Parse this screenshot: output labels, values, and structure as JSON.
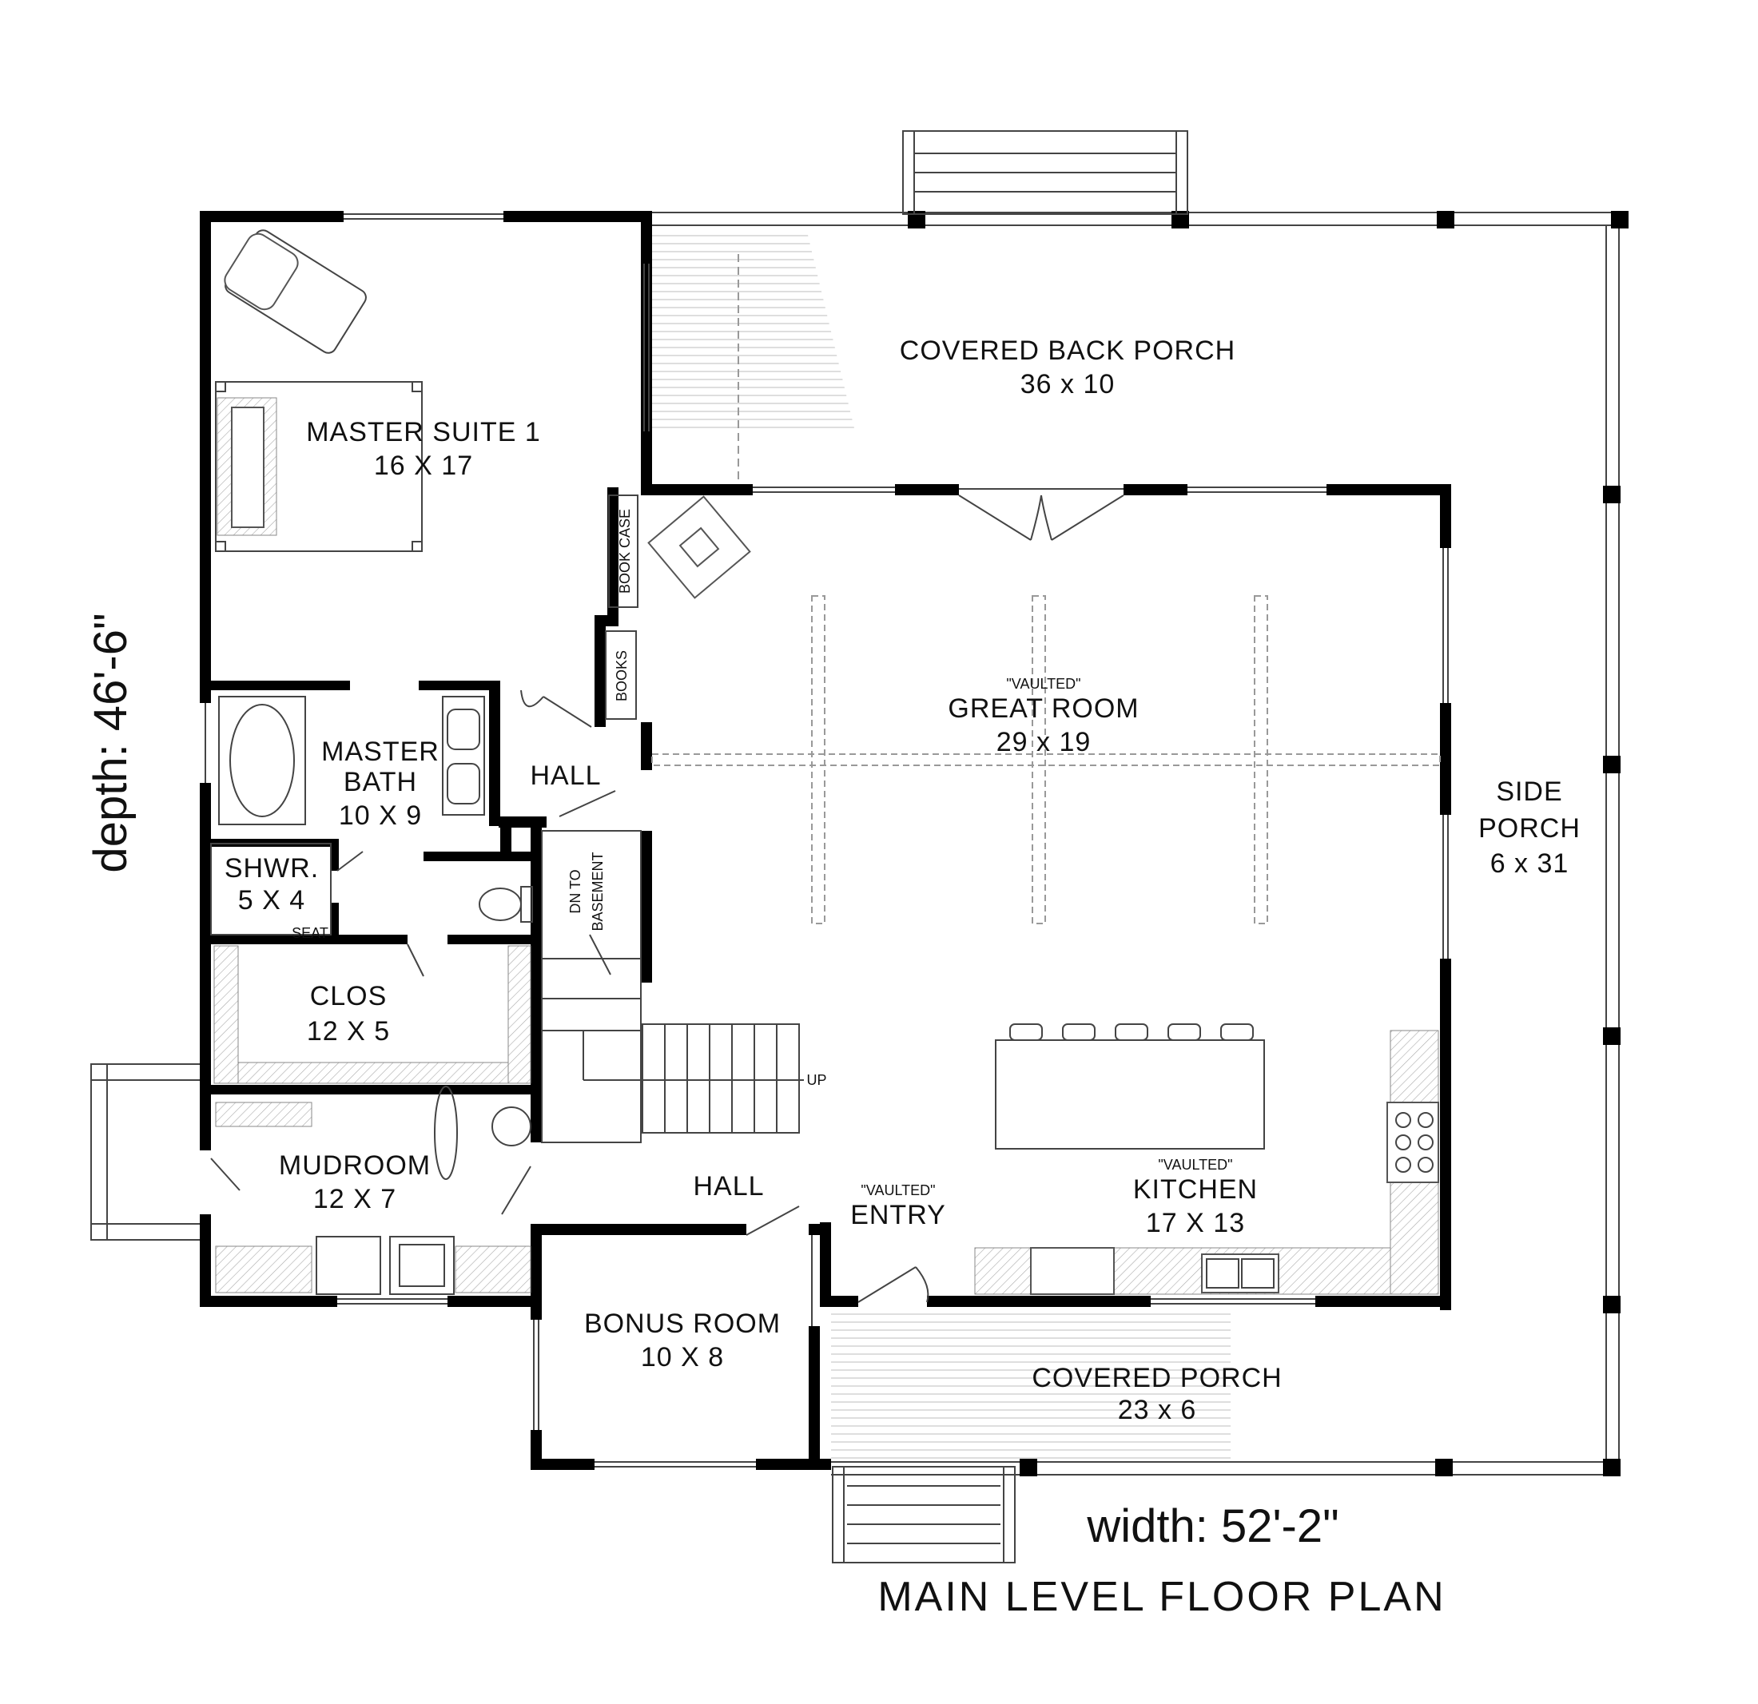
{
  "rooms": {
    "covered_back_porch": {
      "name": "COVERED BACK PORCH",
      "size": "36 x 10"
    },
    "master_suite": {
      "name": "MASTER SUITE 1",
      "size": "16 X 17"
    },
    "great_room": {
      "note": "\"VAULTED\"",
      "name": "GREAT ROOM",
      "size": "29 x 19"
    },
    "master_bath": {
      "name1": "MASTER",
      "name2": "BATH",
      "size": "10 X 9"
    },
    "hall_upper": {
      "name": "HALL"
    },
    "shower": {
      "name": "SHWR.",
      "size": "5 X 4",
      "seat": "SEAT"
    },
    "closet": {
      "name": "CLOS",
      "size": "12 X 5"
    },
    "side_porch": {
      "name1": "SIDE",
      "name2": "PORCH",
      "size": "6 x 31"
    },
    "mudroom": {
      "name": "MUDROOM",
      "size": "12 X 7"
    },
    "hall_lower": {
      "name": "HALL"
    },
    "entry": {
      "note": "\"VAULTED\"",
      "name": "ENTRY"
    },
    "kitchen": {
      "note": "\"VAULTED\"",
      "name": "KITCHEN",
      "size": "17 X 13"
    },
    "bonus_room": {
      "name": "BONUS ROOM",
      "size": "10 X 8"
    },
    "covered_porch": {
      "name": "COVERED PORCH",
      "size": "23 x 6"
    }
  },
  "labels": {
    "book_case": "BOOK CASE",
    "books": "BOOKS",
    "stairs_down_1": "DN TO",
    "stairs_down_2": "BASEMENT",
    "stairs_up": "UP"
  },
  "dimensions": {
    "depth": "depth: 46'-6\"",
    "width": "width: 52'-2\""
  },
  "title": "MAIN LEVEL FLOOR PLAN"
}
